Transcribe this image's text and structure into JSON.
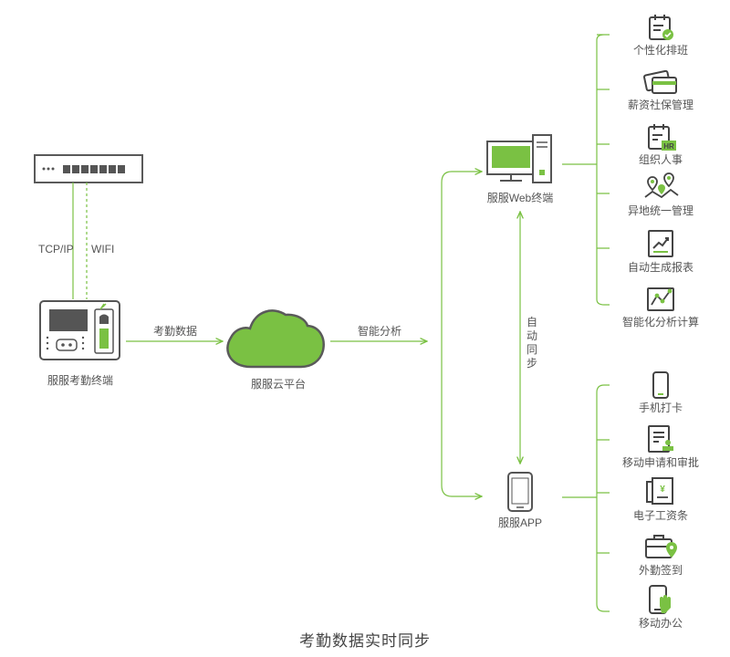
{
  "title": "考勤数据实时同步",
  "accent_color": "#7ac143",
  "icon_color": "#444444",
  "devices": {
    "terminal": "服服考勤终端",
    "cloud": "服服云平台",
    "web": "服服Web终端",
    "app": "服服APP"
  },
  "links": {
    "tcpip": "TCP/IP",
    "wifi": "WIFI",
    "attendance_data": "考勤数据",
    "smart_analysis": "智能分析",
    "auto_sync": "自动同步"
  },
  "web_features": [
    {
      "label": "个性化排班",
      "icon": "schedule-icon"
    },
    {
      "label": "薪资社保管理",
      "icon": "cards-icon"
    },
    {
      "label": "组织人事",
      "icon": "hr-icon"
    },
    {
      "label": "异地统一管理",
      "icon": "location-pins-icon"
    },
    {
      "label": "自动生成报表",
      "icon": "report-chart-icon"
    },
    {
      "label": "智能化分析计算",
      "icon": "analysis-chart-icon"
    }
  ],
  "app_features": [
    {
      "label": "手机打卡",
      "icon": "phone-icon"
    },
    {
      "label": "移动申请和审批",
      "icon": "approval-icon"
    },
    {
      "label": "电子工资条",
      "icon": "payslip-icon"
    },
    {
      "label": "外勤签到",
      "icon": "briefcase-pin-icon"
    },
    {
      "label": "移动办公",
      "icon": "mobile-office-icon"
    }
  ]
}
